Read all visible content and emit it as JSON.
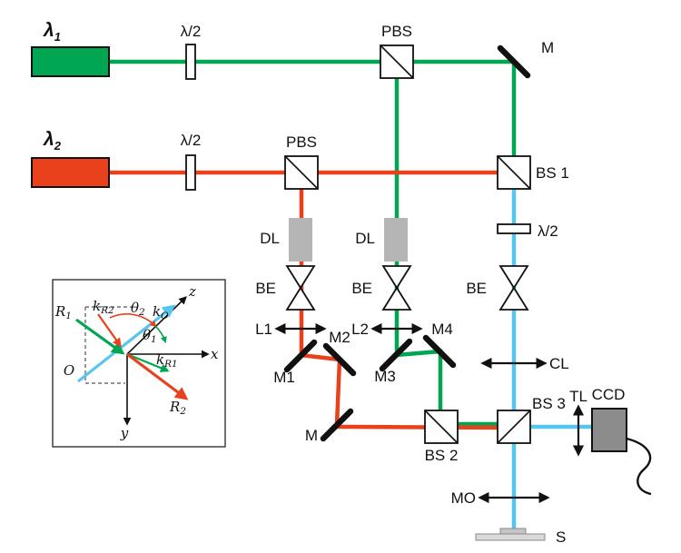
{
  "diagram": {
    "lasers": {
      "l1": {
        "sym": "λ",
        "sub": "1"
      },
      "l2": {
        "sym": "λ",
        "sub": "2"
      }
    },
    "labels": {
      "hwp1": "λ/2",
      "hwp2": "λ/2",
      "hwp3": "λ/2",
      "pbs1": "PBS",
      "pbs2": "PBS",
      "m_top": "M",
      "m_fold": "M",
      "bs1": "BS 1",
      "bs2": "BS 2",
      "bs3": "BS 3",
      "dl1": "DL",
      "dl2": "DL",
      "be1": "BE",
      "be2": "BE",
      "be3": "BE",
      "l1_lens": "L1",
      "l2_lens": "L2",
      "m1": "M1",
      "m2": "M2",
      "m3": "M3",
      "m4": "M4",
      "cl": "CL",
      "tl": "TL",
      "ccd": "CCD",
      "mo": "MO",
      "s": "S"
    },
    "inset": {
      "x": "x",
      "y": "y",
      "z": "z",
      "o": "O",
      "r1": {
        "sym": "R",
        "sub": "1"
      },
      "r2": {
        "sym": "R",
        "sub": "2"
      },
      "ko": {
        "sym": "k",
        "sub": "O"
      },
      "kr1": {
        "sym": "k",
        "sub": "R1"
      },
      "kr2": {
        "sym": "k",
        "sub": "R2"
      },
      "theta1": {
        "sym": "θ",
        "sub": "1"
      },
      "theta2": {
        "sym": "θ",
        "sub": "2"
      }
    },
    "colors": {
      "green": "#00A651",
      "red": "#E8411C",
      "cyan": "#56C6F0",
      "gray_dl": "#b5b5b5",
      "gray_ccd": "#8C8C8C"
    }
  }
}
